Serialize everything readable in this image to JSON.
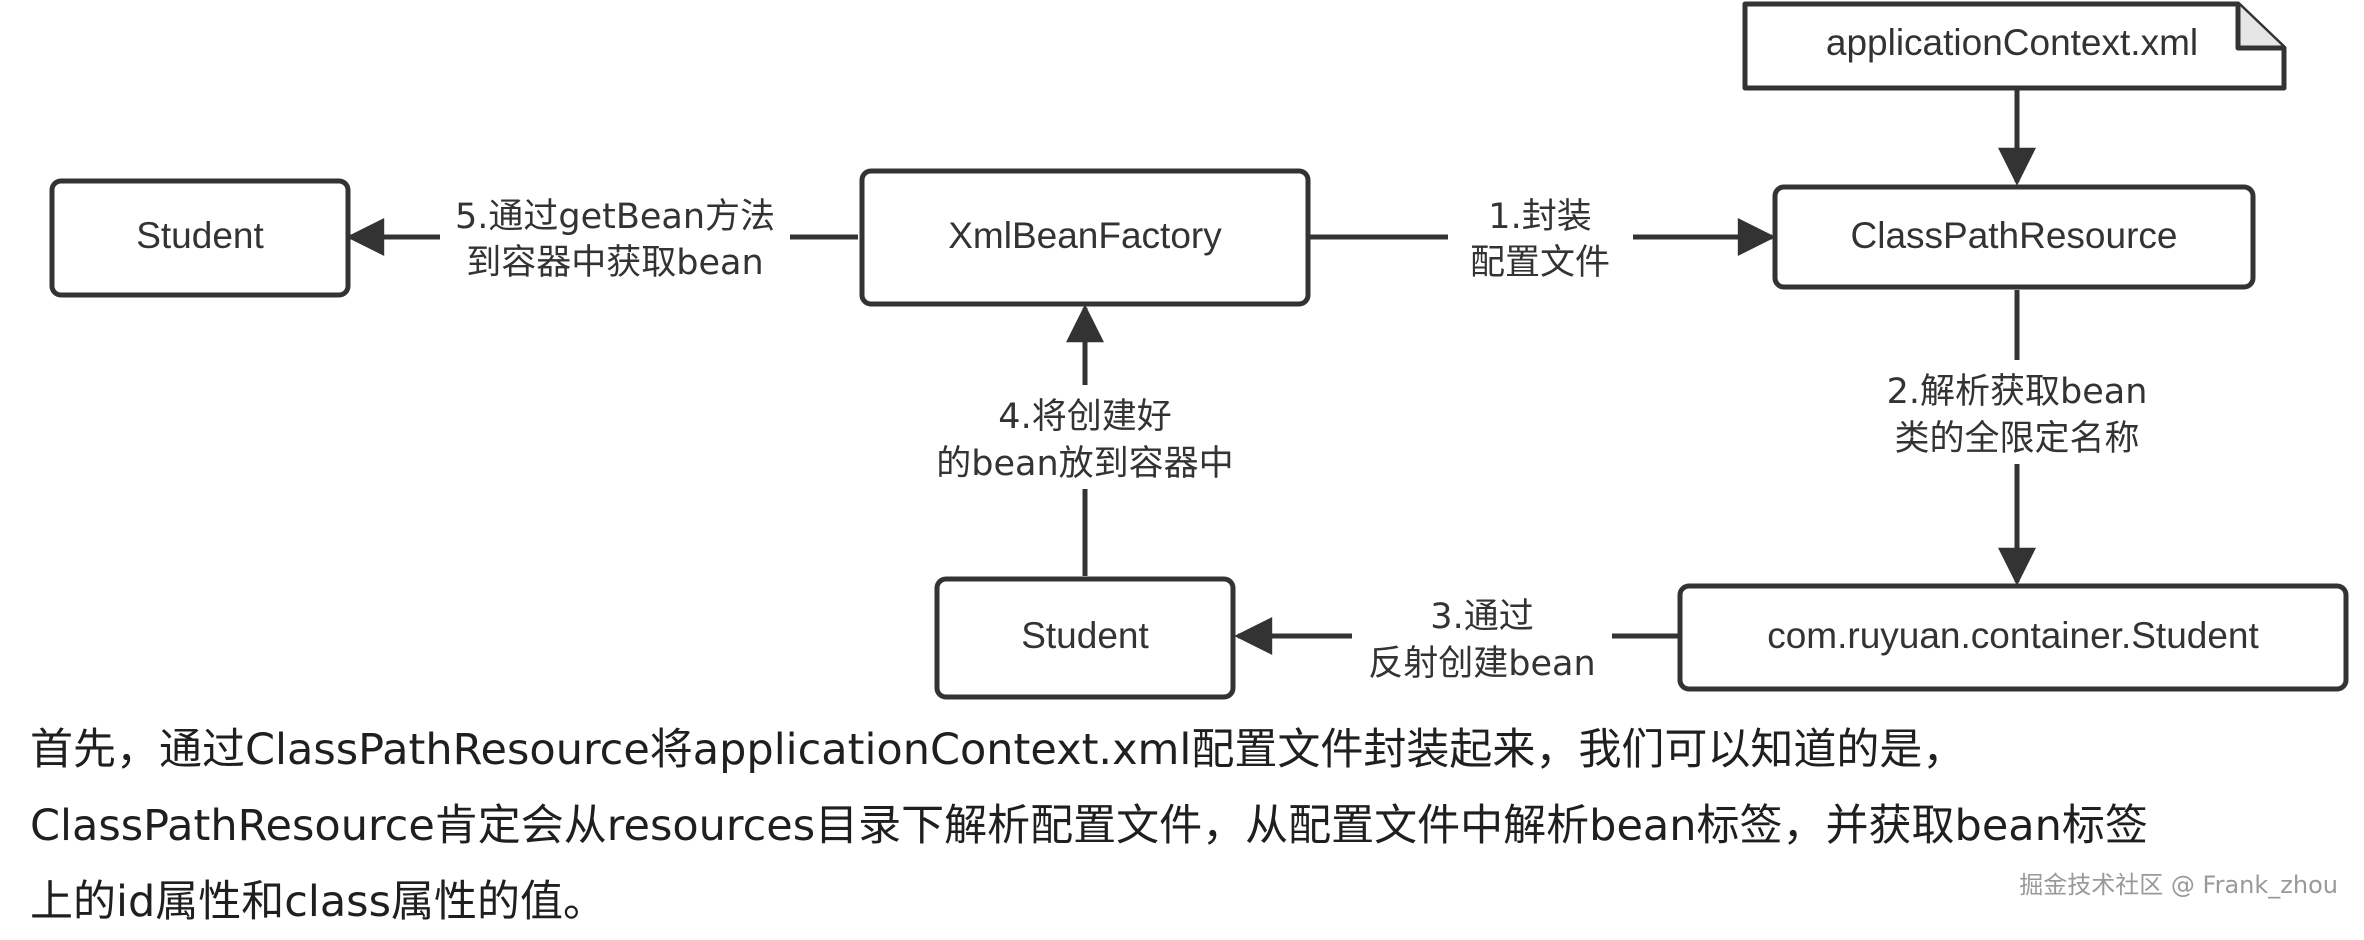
{
  "diagram": {
    "nodes": {
      "student_left": "Student",
      "xml_bean_factory": "XmlBeanFactory",
      "class_path_resource": "ClassPathResource",
      "application_context_xml": "applicationContext.xml",
      "student_bottom": "Student",
      "student_class": "com.ruyuan.container.Student"
    },
    "edges": {
      "step1": [
        "1.封装",
        "配置文件"
      ],
      "step2": [
        "2.解析获取bean",
        "类的全限定名称"
      ],
      "step3": [
        "3.通过",
        "反射创建bean"
      ],
      "step4": [
        "4.将创建好",
        "的bean放到容器中"
      ],
      "step5": [
        "5.通过getBean方法",
        "到容器中获取bean"
      ]
    }
  },
  "caption": [
    "首先，通过ClassPathResource将applicationContext.xml配置文件封装起来，我们可以知道的是，",
    "ClassPathResource肯定会从resources目录下解析配置文件，从配置文件中解析bean标签，并获取bean标签",
    "上的id属性和class属性的值。"
  ],
  "watermark": "掘金技术社区 @ Frank_zhou"
}
